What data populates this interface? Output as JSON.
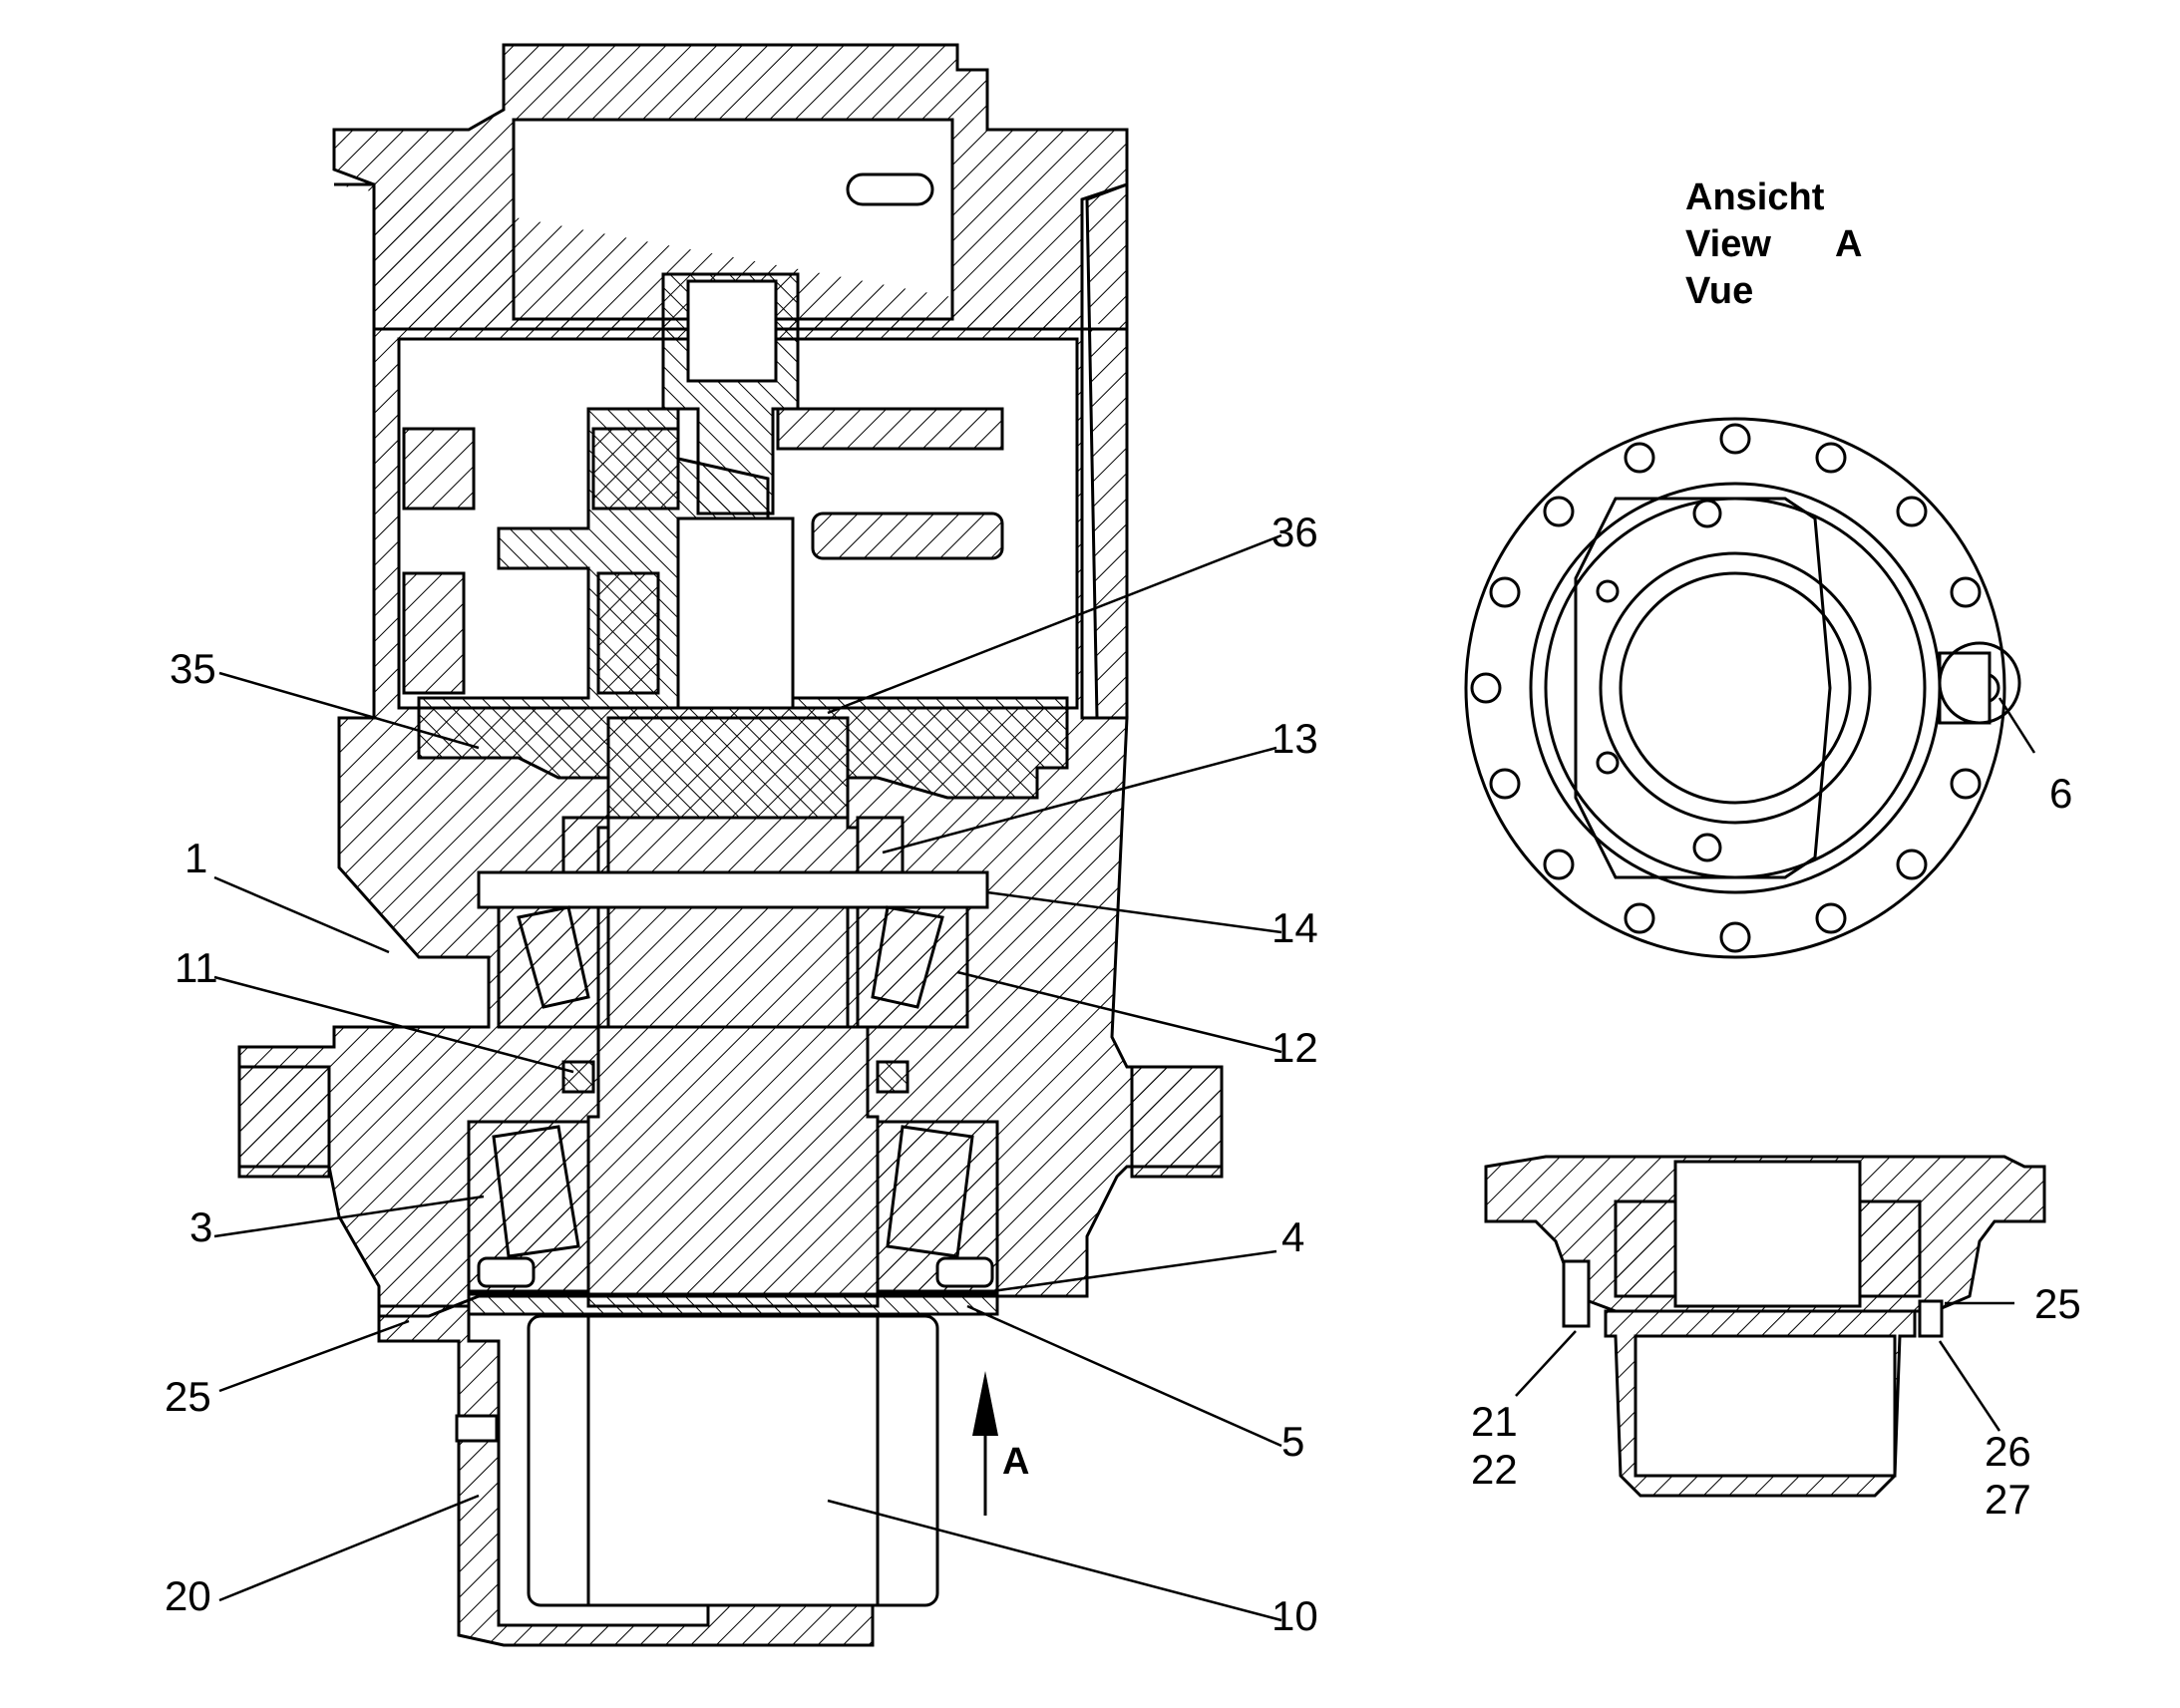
{
  "view_title": {
    "line1": "Ansicht",
    "line2": "View",
    "line3": "Vue",
    "view_letter": "A"
  },
  "arrow_label": "A",
  "callouts": {
    "c36": "36",
    "c35": "35",
    "c13": "13",
    "c1": "1",
    "c14": "14",
    "c11": "11",
    "c12": "12",
    "c3": "3",
    "c4": "4",
    "c25": "25",
    "c5": "5",
    "c20": "20",
    "c10": "10",
    "c6": "6",
    "c25b": "25",
    "c21": "21",
    "c22": "22",
    "c26": "26",
    "c27": "27"
  },
  "colors": {
    "line": "#000000",
    "background": "#ffffff"
  }
}
